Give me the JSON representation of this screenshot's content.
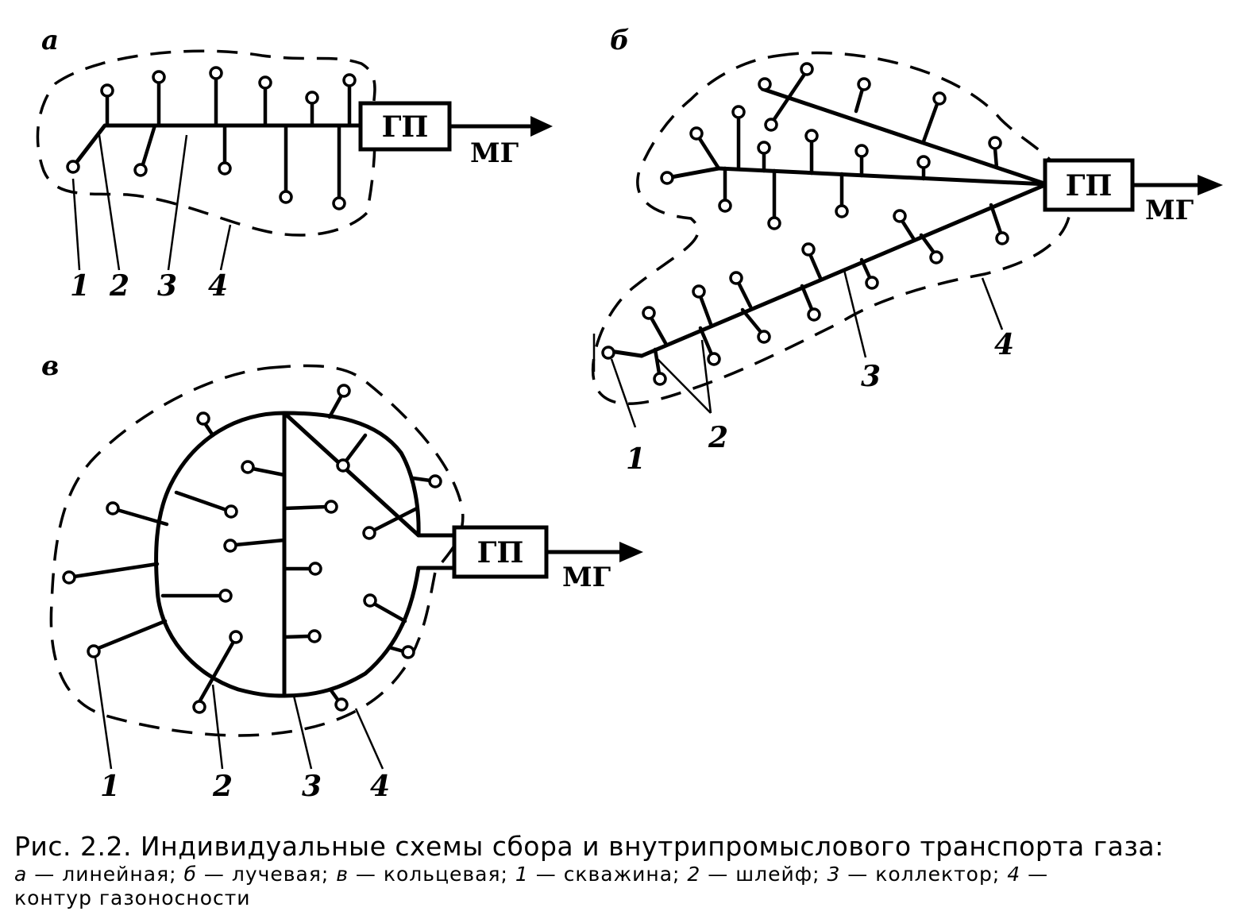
{
  "panels": {
    "a": {
      "letter": "а",
      "box_label": "ГП",
      "pipe_label": "МГ",
      "callouts": [
        "1",
        "2",
        "3",
        "4"
      ]
    },
    "b": {
      "letter": "б",
      "box_label": "ГП",
      "pipe_label": "МГ",
      "callouts": [
        "1",
        "2",
        "3",
        "4"
      ]
    },
    "c": {
      "letter": "в",
      "box_label": "ГП",
      "pipe_label": "МГ",
      "callouts": [
        "1",
        "2",
        "3",
        "4"
      ]
    }
  },
  "caption": {
    "title": "Рис. 2.2. Индивидуальные схемы сбора и внутрипромыслового транспорта газа:",
    "legend": [
      {
        "key": "а",
        "text": "линейная;"
      },
      {
        "key": "б",
        "text": "лучевая;"
      },
      {
        "key": "в",
        "text": "кольцевая;"
      },
      {
        "key": "1",
        "text": "скважина;"
      },
      {
        "key": "2",
        "text": "шлейф;"
      },
      {
        "key": "3",
        "text": "коллектор;"
      },
      {
        "key": "4",
        "text": "контур газоносности"
      }
    ]
  }
}
